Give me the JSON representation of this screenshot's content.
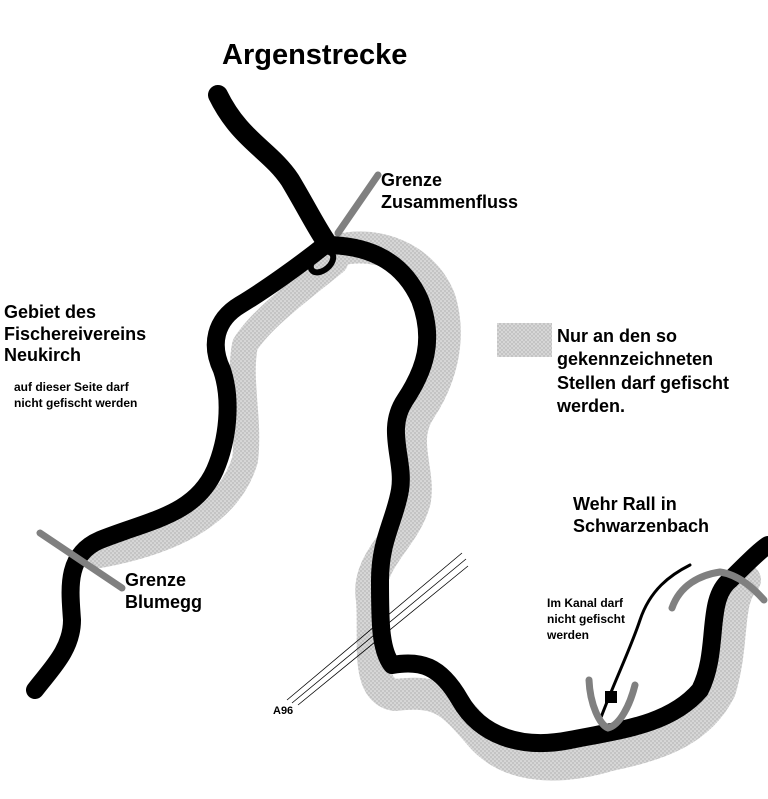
{
  "title": "Argenstrecke",
  "labels": {
    "grenze_zusammenfluss": [
      "Grenze",
      "Zusammenfluss"
    ],
    "gebiet": [
      "Gebiet des",
      "Fischereivereins",
      "Neukirch"
    ],
    "gebiet_note": [
      "auf dieser Seite darf",
      "nicht gefischt werden"
    ],
    "grenze_blumegg": [
      "Grenze",
      "Blumegg"
    ],
    "wehr": [
      "Wehr Rall in",
      "Schwarzenbach"
    ],
    "kanal_note": [
      "Im Kanal darf",
      "nicht gefischt",
      "werden"
    ],
    "road": "A96"
  },
  "legend": {
    "text": [
      "Nur an den so",
      "gekennzeichneten",
      "Stellen darf gefischt",
      "werden."
    ]
  },
  "colors": {
    "river": "#000000",
    "border": "#808080",
    "fishing_zone": "#c8c8c8"
  }
}
